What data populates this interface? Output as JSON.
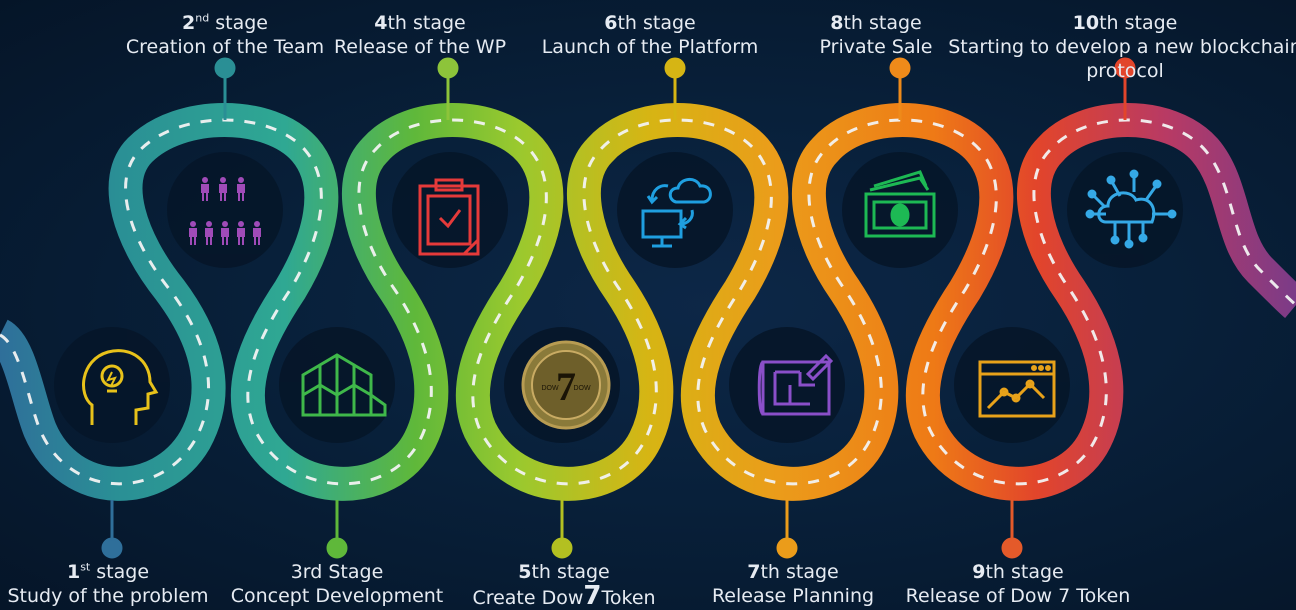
{
  "stages": [
    {
      "num": "1",
      "sup": "st",
      "word": "stage",
      "title": "Study of the problem",
      "icon": "head-lightbulb-icon",
      "color": "#2f6f9a"
    },
    {
      "num": "2",
      "sup": "nd",
      "word": "stage",
      "title": "Creation of the Team",
      "icon": "team-people-icon",
      "color": "#2a8f95"
    },
    {
      "num": "",
      "rest": "3rd Stage",
      "title": "Concept Development",
      "icon": "cubes-structure-icon",
      "color": "#5fb83a"
    },
    {
      "num": "4",
      "rest": "th stage",
      "title": "Release of the WP",
      "icon": "clipboard-check-icon",
      "color": "#8dc43a"
    },
    {
      "num": "5",
      "rest": "th stage",
      "title_a": "Create Dow",
      "title_b": "7",
      "title_c": "Token",
      "icon": "dow7-coin-icon",
      "color": "#b3c021"
    },
    {
      "num": "6",
      "rest": "th stage",
      "title": "Launch of the Platform",
      "icon": "cloud-sync-monitor-icon",
      "color": "#d6b514"
    },
    {
      "num": "7",
      "rest": "th stage",
      "title": "Release Planning",
      "icon": "blueprint-plan-icon",
      "color": "#eb9c1a"
    },
    {
      "num": "8",
      "rest": "th stage",
      "title": "Private Sale",
      "icon": "money-bills-icon",
      "color": "#ee8a1a"
    },
    {
      "num": "9",
      "rest": "th stage",
      "title": "Release of Dow 7 Token",
      "icon": "analytics-chart-window-icon",
      "color": "#e45a2a"
    },
    {
      "num": "10",
      "rest": "th stage",
      "title": "Starting to develop a new blockchain",
      "title2": "protocol",
      "icon": "cloud-network-icon",
      "color": "#e2452b"
    }
  ],
  "coin": {
    "text_center": "7",
    "text_sides": "DOW"
  },
  "colors": {
    "background": "#071a30",
    "road_dash": "#f2f2f2",
    "text": "#e6ebf2"
  }
}
